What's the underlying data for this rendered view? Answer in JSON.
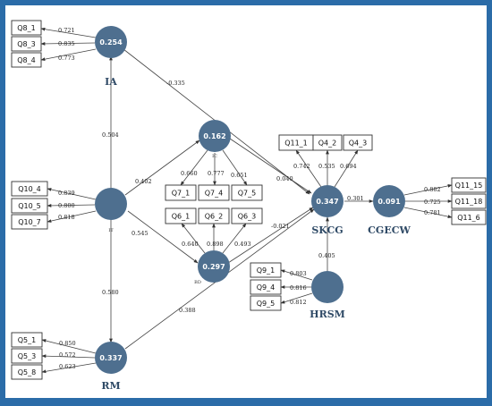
{
  "constructs": {
    "IA": {
      "name": "IA",
      "r2": "0.254"
    },
    "IT": {
      "name": "IT",
      "r2": ""
    },
    "RM": {
      "name": "RM",
      "r2": "0.337"
    },
    "IC": {
      "name": "IC",
      "r2": "0.162"
    },
    "BD": {
      "name": "BD",
      "r2": "0.297"
    },
    "SKCG": {
      "name": "SKCG",
      "r2": "0.347"
    },
    "HRSM": {
      "name": "HRSM",
      "r2": ""
    },
    "CGECW": {
      "name": "CGECW",
      "r2": "0.091"
    }
  },
  "indicators": {
    "IA": [
      {
        "label": "Q8_1",
        "loading": "0.721"
      },
      {
        "label": "Q8_3",
        "loading": "0.835"
      },
      {
        "label": "Q8_4",
        "loading": "0.773"
      }
    ],
    "IT": [
      {
        "label": "Q10_4",
        "loading": "0.839"
      },
      {
        "label": "Q10_5",
        "loading": "0.800"
      },
      {
        "label": "Q10_7",
        "loading": "0.818"
      }
    ],
    "RM": [
      {
        "label": "Q5_1",
        "loading": "0.850"
      },
      {
        "label": "Q5_3",
        "loading": "0.572"
      },
      {
        "label": "Q5_8",
        "loading": "0.623"
      }
    ],
    "IC": [
      {
        "label": "Q7_1",
        "loading": "0.660"
      },
      {
        "label": "Q7_4",
        "loading": "0.777"
      },
      {
        "label": "Q7_5",
        "loading": "0.651"
      }
    ],
    "BD": [
      {
        "label": "Q6_1",
        "loading": "0.640"
      },
      {
        "label": "Q6_2",
        "loading": "0.898"
      },
      {
        "label": "Q6_3",
        "loading": "0.493"
      }
    ],
    "SKCG": [
      {
        "label": "Q11_1",
        "loading": "0.742"
      },
      {
        "label": "Q4_2",
        "loading": "0.535"
      },
      {
        "label": "Q4_3",
        "loading": "0.694"
      }
    ],
    "HRSM": [
      {
        "label": "Q9_1",
        "loading": "0.803"
      },
      {
        "label": "Q9_4",
        "loading": "0.816"
      },
      {
        "label": "Q9_5",
        "loading": "0.812"
      }
    ],
    "CGECW": [
      {
        "label": "Q11_15",
        "loading": "0.882"
      },
      {
        "label": "Q11_18",
        "loading": "0.725"
      },
      {
        "label": "Q11_6",
        "loading": "0.781"
      }
    ]
  },
  "paths": {
    "IA_SKCG": "-0.335",
    "IT_IA": "0.504",
    "IT_IC": "0.402",
    "IT_BD": "0.545",
    "IT_RM": "0.580",
    "IC_SKCG": "0.040",
    "BD_SKCG": "-0.021",
    "RM_SKCG": "0.388",
    "HRSM_SKCG": "0.405",
    "SKCG_CGECW": "0.301"
  },
  "colors": {
    "node": "#4e6f8f",
    "frame": "#2b6ca8",
    "construct_label": "#2f4a66"
  }
}
